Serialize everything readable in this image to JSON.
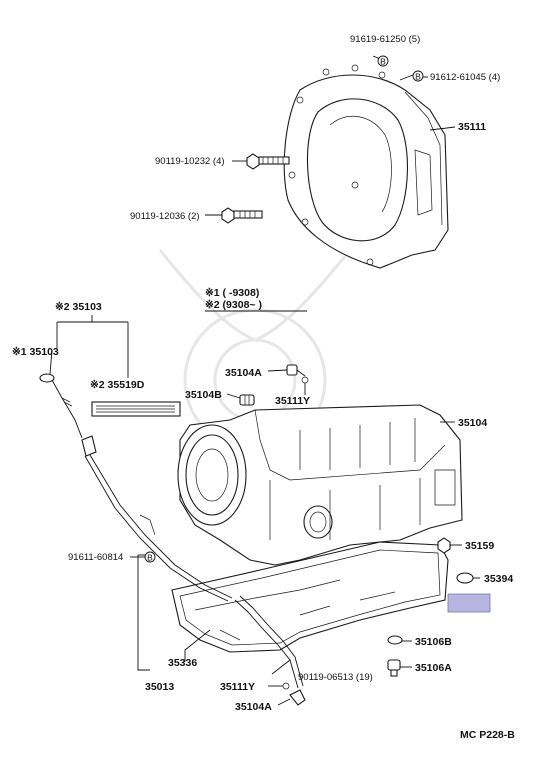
{
  "labels": {
    "p91619": "91619-61250 (5)",
    "p91612": "91612-61045 (4)",
    "p35111": "35111",
    "p90119a": "90119-10232 (4)",
    "p90119b": "90119-12036 (2)",
    "note1": "※1 (     -9308)",
    "note2": "※2 (9308~     )",
    "p35103group": "※2 35103",
    "p35103": "※1 35103",
    "p35519d": "※2 35519D",
    "p35104a_top": "35104A",
    "p35104b": "35104B",
    "p35111y_top": "35111Y",
    "p35104": "35104",
    "p91611": "91611-60814",
    "p35159": "35159",
    "p35394": "35394",
    "p35336": "35336",
    "p35013": "35013",
    "p35106b": "35106B",
    "p35106a": "35106A",
    "p90119c": "90119-06513 (19)",
    "p35111y_bot": "35111Y",
    "p35104a_bot": "35104A",
    "ref": "MC P228-B"
  },
  "colors": {
    "highlight": "#b8b6e0",
    "ink": "#111111"
  }
}
